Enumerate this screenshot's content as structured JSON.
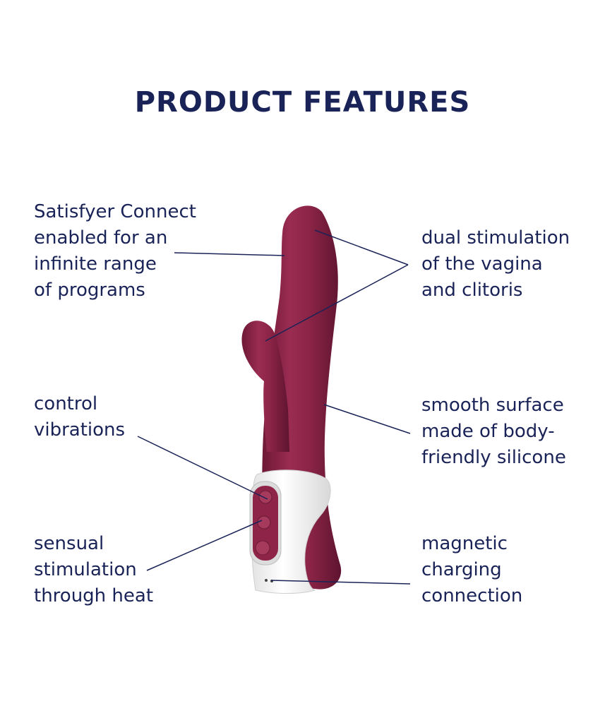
{
  "title": "PRODUCT FEATURES",
  "features": {
    "connect": [
      "Satisfyer Connect",
      "enabled for an",
      "infinite range",
      "of programs"
    ],
    "dual": [
      "dual stimulation",
      "of the vagina",
      "and clitoris"
    ],
    "control": [
      "control",
      "vibrations"
    ],
    "surface": [
      "smooth surface",
      "made of body-",
      "friendly silicone"
    ],
    "heat": [
      "sensual",
      "stimulation",
      "through heat"
    ],
    "magnetic": [
      "magnetic",
      "charging",
      "connection"
    ]
  },
  "colors": {
    "text": "#1a2357",
    "product_body": "#8e2447",
    "product_handle": "#f4f4f4"
  }
}
